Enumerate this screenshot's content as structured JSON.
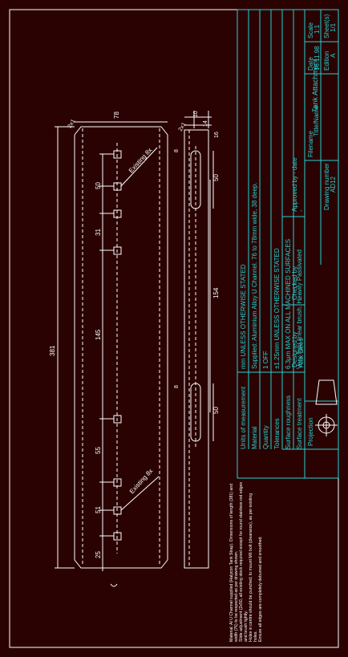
{
  "title_block": {
    "rows": [
      {
        "label": "Units of measurement",
        "value": "mm UNLESS OTHERWISE STATED"
      },
      {
        "label": "Material",
        "value": "Supplied: Aluminium Alloy U Channel. 76 to 78mm wide, 38 deep."
      },
      {
        "label": "Quantity",
        "value": "1 OFF"
      },
      {
        "label": "Tolerances",
        "value": "±1.25mm UNLESS OTHERWISE STATED"
      },
      {
        "label": "Surface roughness",
        "value": "6.3µm MAX ON ALL MACHINED SURFACES"
      },
      {
        "label": "Surface treatment",
        "value": "Very light linear brush. Heavily Passivated"
      }
    ],
    "designed_by_label": "Designed by",
    "designed_by": "Alex Dees",
    "checked_by_label": "Checked by",
    "checked_by": "-",
    "approved_label": "Approved by - date",
    "approved": "-",
    "projection_label": "Projection",
    "filename_label": "Filename",
    "title_label": "Title/Name",
    "title_value": "Tank Attachment",
    "date_label": "Date",
    "date_value": "16.11.98",
    "scale_label": "Scale",
    "scale_value": "1:1",
    "sheets_label": "Sheet(s)",
    "sheets_value": "1/1",
    "drawing_number_label": "Drawing number",
    "drawing_number": "AD12",
    "edition_label": "Edition",
    "edition": "A"
  },
  "notes": [
    "Material: Al U Channel supplied (Halycon Tank Strap). Dimensions of length (381) and",
    "width (76) to be respected as per drawing shown.",
    "Slide adjustment (2x50, all existing stock required except for round stainless rod edges",
    "and brush lightly.",
    "Holes in centre should be punched; to mount M6 bolt (clearance), as per existing",
    "holes.",
    "Ensure all edges are completely deburred and smoothed."
  ],
  "dimensions": {
    "overall_length": "381",
    "width": "78",
    "chamfer_a": "2x1",
    "chamfer_b": "2x1",
    "depth_a": "10",
    "depth_b": "14",
    "side_16": "16",
    "slot_50_top": "50",
    "slot_50_bottom": "50",
    "slot_width_a": "8",
    "slot_width_b": "8",
    "slot_spacing": "154",
    "hole_50": "50",
    "hole_31": "31",
    "hole_145": "145",
    "hole_55": "55",
    "hole_51": "51",
    "hole_25": "25"
  },
  "callouts": {
    "existing_top": "Existing 8x",
    "existing_bottom": "Existing 8x"
  }
}
